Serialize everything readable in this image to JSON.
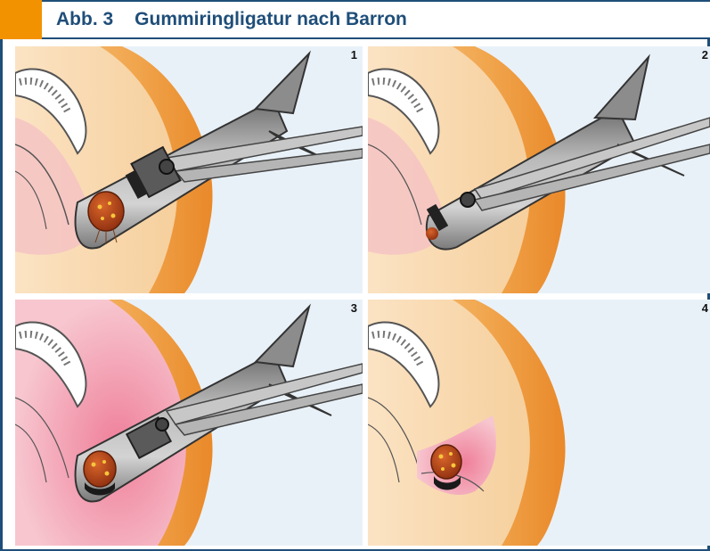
{
  "figure": {
    "label": "Abb. 3",
    "title": "Gummiringligatur nach Barron"
  },
  "panels": [
    {
      "number": "1"
    },
    {
      "number": "2"
    },
    {
      "number": "3"
    },
    {
      "number": "4"
    }
  ],
  "colors": {
    "accent": "#f39200",
    "frame": "#1f4e79",
    "background": "#e9f1f8",
    "skin": "#f7d4a8",
    "tissue_orange": "#f0a54a",
    "mucosa_pink": "#f2a8b6",
    "instrument_gray": "#9a9a9a",
    "hemorrhoid": "#b5451b",
    "rubber_band": "#1a1a1a"
  }
}
